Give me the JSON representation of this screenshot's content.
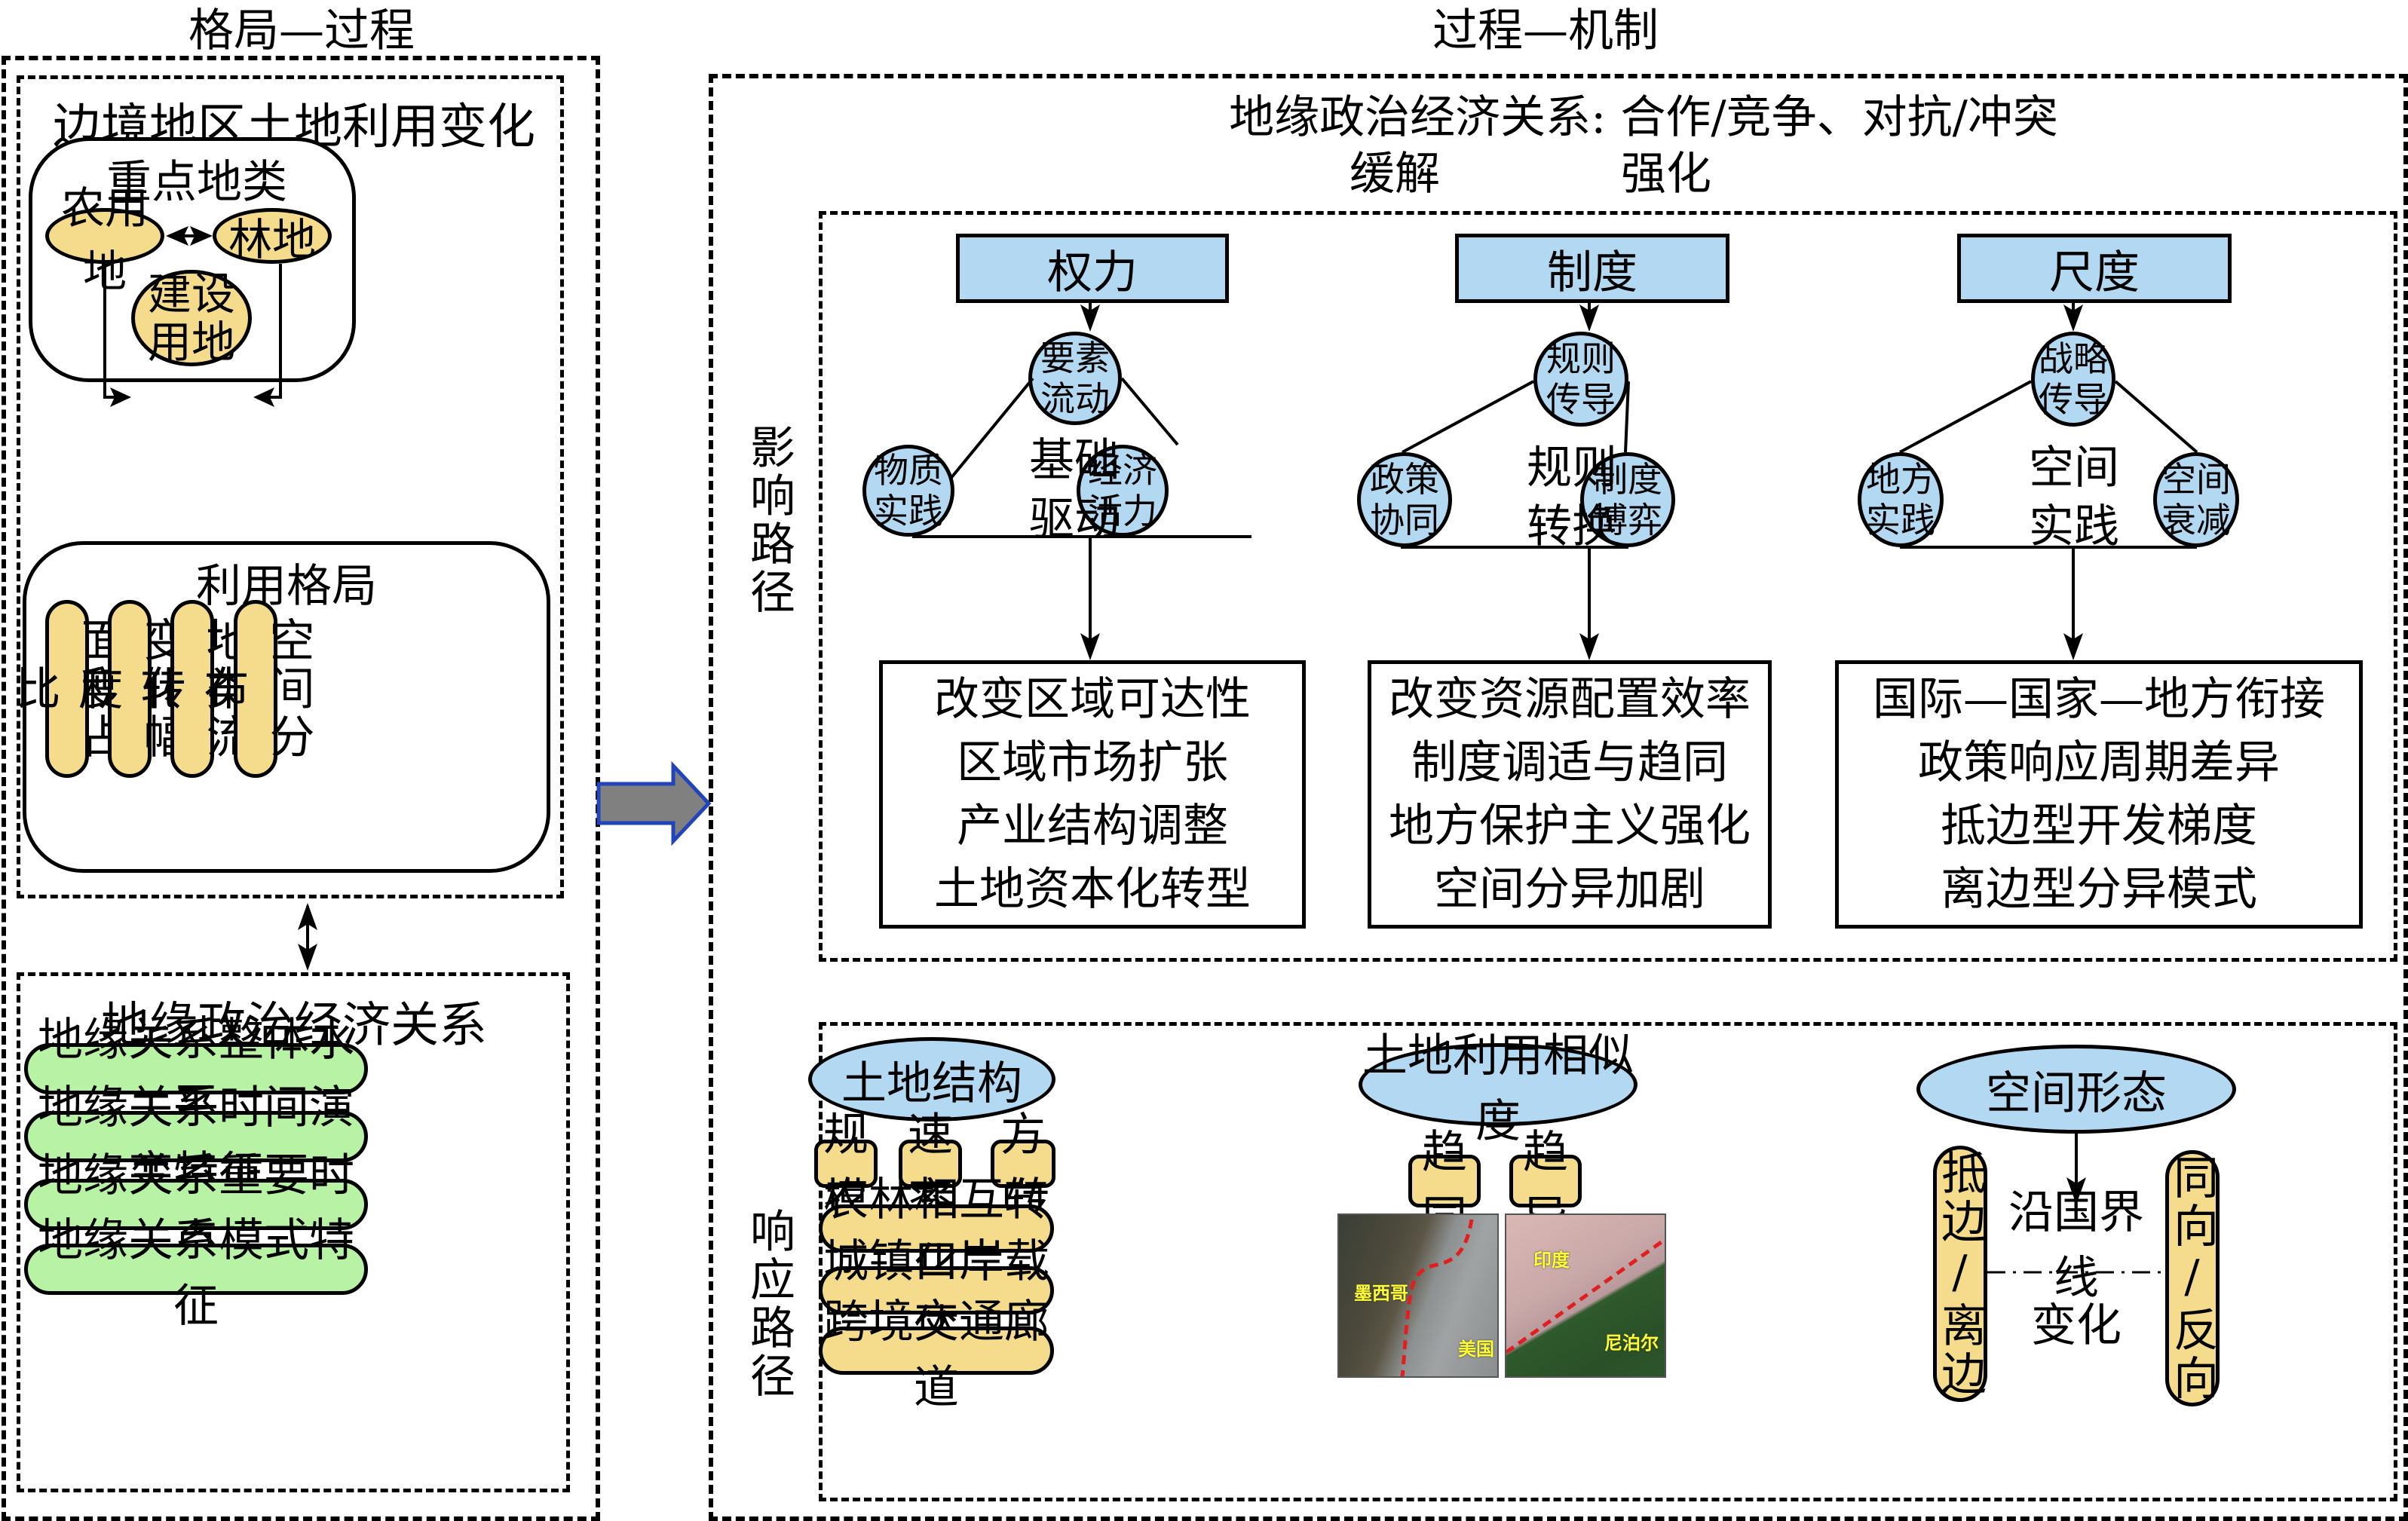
{
  "headers": {
    "left": "格局—过程",
    "right": "过程—机制"
  },
  "left_panel": {
    "land_use_change": {
      "title": "边境地区土地利用变化",
      "key_land_types": {
        "title": "重点地类",
        "agricultural": "农用地",
        "forest": "林地",
        "construction": "建设用地"
      },
      "use_pattern": {
        "title": "利用格局",
        "items": [
          "面积占比",
          "变化幅度",
          "地类流转",
          "空间分布"
        ]
      }
    },
    "geo_relations": {
      "title": "地缘政治经济关系",
      "items": [
        "地缘关系整体水平",
        "地缘关系时间演变特征",
        "地缘关系重要时点",
        "地缘关系模式特征"
      ]
    }
  },
  "right_panel": {
    "header_line1": "地缘政治经济关系: 合作/竞争、对抗/冲突",
    "header_ease": "缓解",
    "header_strengthen": "强化",
    "influence_label": "影响路径",
    "response_label": "响应路径",
    "mechanisms": [
      {
        "title": "权力",
        "top": "要素流动",
        "left": "物质实践",
        "right": "经济活力",
        "center": "基础驱动",
        "effects": [
          "改变区域可达性",
          "区域市场扩张",
          "产业结构调整",
          "土地资本化转型"
        ]
      },
      {
        "title": "制度",
        "top": "规则传导",
        "left": "政策协同",
        "right": "制度博弈",
        "center": "规则转换",
        "effects": [
          "改变资源配置效率",
          "制度调适与趋同",
          "地方保护主义强化",
          "空间分异加剧"
        ]
      },
      {
        "title": "尺度",
        "top": "战略传导",
        "left": "地方实践",
        "right": "空间衰减",
        "center": "空间实践",
        "effects": [
          "国际—国家—地方衔接",
          "政策响应周期差异",
          "抵边型开发梯度",
          "离边型分异模式"
        ]
      }
    ],
    "responses": {
      "land_structure": {
        "title": "土地结构",
        "tags": [
          "规模",
          "速率",
          "方向"
        ],
        "items": [
          "农林相互转化",
          "城镇口岸载体",
          "跨境交通廊道"
        ]
      },
      "similarity": {
        "title": "土地利用相似度",
        "tags": [
          "趋同",
          "趋异"
        ],
        "map1_labels": [
          "墨西哥",
          "美国"
        ],
        "map2_labels": [
          "印度",
          "尼泊尔"
        ]
      },
      "spatial_form": {
        "title": "空间形态",
        "left_pill": "抵边/离边",
        "right_pill": "同向/反向",
        "center_top": "沿国界线",
        "center_bottom": "变化"
      }
    }
  },
  "colors": {
    "yellow_fill": "#f5dc8c",
    "green_fill": "#b8f2a4",
    "blue_fill": "#b3d9f2",
    "arrow_fill": "#808080",
    "arrow_border": "#2244bb",
    "border_line": "#e02020"
  }
}
